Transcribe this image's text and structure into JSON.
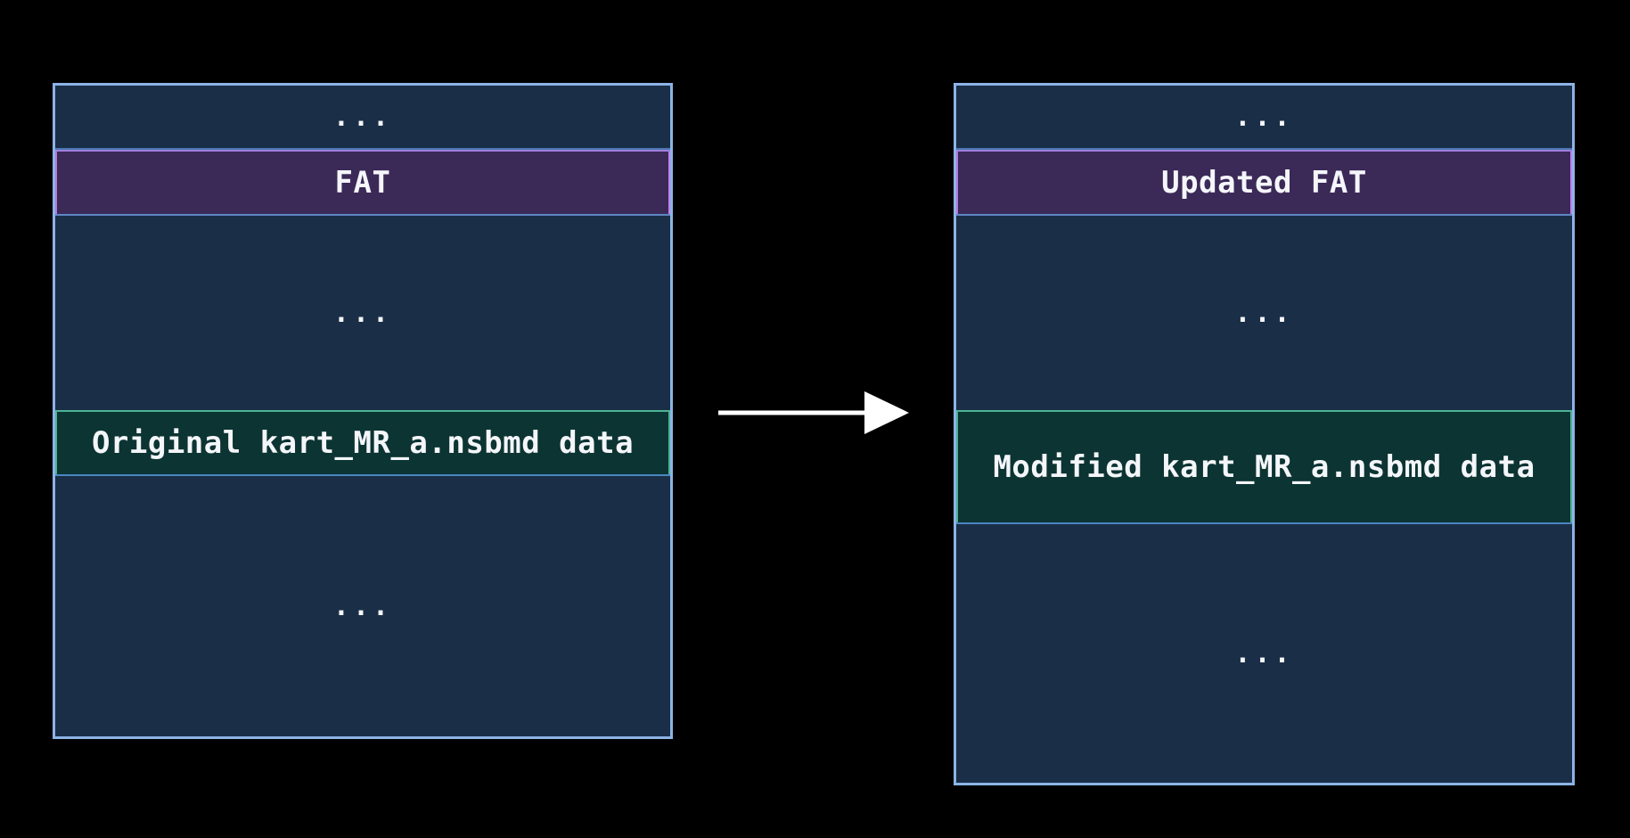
{
  "left_stack": {
    "segments": [
      {
        "label": "..."
      },
      {
        "label": "FAT"
      },
      {
        "label": "..."
      },
      {
        "label": "Original kart_MR_a.nsbmd data"
      },
      {
        "label": "..."
      }
    ]
  },
  "right_stack": {
    "segments": [
      {
        "label": "..."
      },
      {
        "label": "Updated FAT"
      },
      {
        "label": "..."
      },
      {
        "label": "Modified kart_MR_a.nsbmd data"
      },
      {
        "label": "..."
      }
    ]
  },
  "colors": {
    "background": "#000000",
    "stack_fill": "#1a2f47",
    "stack_border": "#8db3e6",
    "fat_fill": "#3b2957",
    "fat_border": "#a27fe0",
    "data_fill": "#0c3433",
    "data_border": "#4bb394",
    "text": "#f4f6fa",
    "arrow": "#ffffff"
  }
}
